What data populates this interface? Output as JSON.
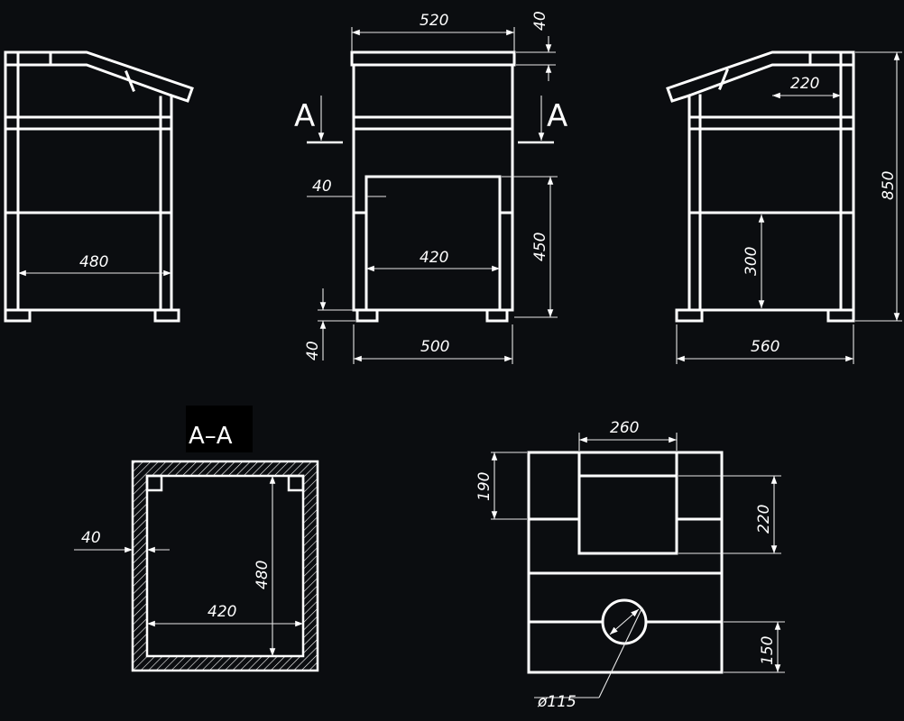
{
  "views": {
    "section_label": "A–A",
    "cut_marker": "A",
    "left": {
      "width": "480"
    },
    "front": {
      "top_width": "520",
      "top_thick": "40",
      "door_offset": "40",
      "inner_width": "420",
      "door_height": "450",
      "leg_height": "40",
      "base_width": "500"
    },
    "right": {
      "roof_overhang": "220",
      "total_height": "850",
      "opening_height": "300",
      "base_width": "560"
    },
    "section": {
      "wall": "40",
      "inner_width": "420",
      "inner_depth": "480"
    },
    "rear": {
      "panel_width": "260",
      "upper_offset": "190",
      "panel_height": "220",
      "hole_offset": "150",
      "hole_diameter": "ø115"
    }
  },
  "colors": {
    "background": "#0b0d10",
    "lines": "#ffffff"
  }
}
